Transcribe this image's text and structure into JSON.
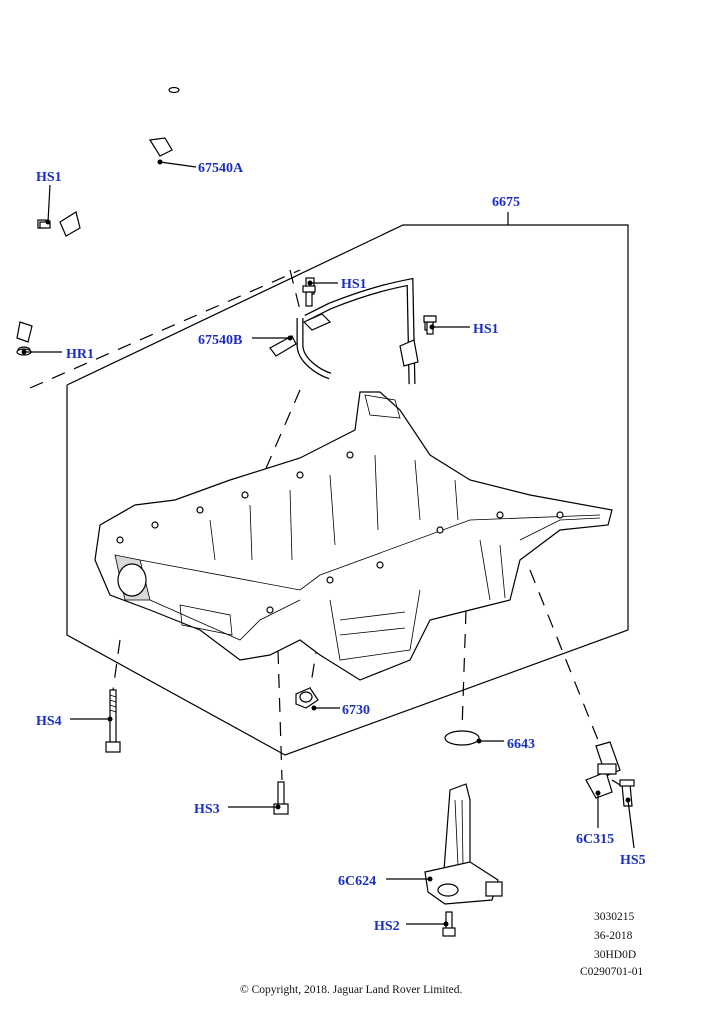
{
  "colors": {
    "callout": "#1a2fbf",
    "line": "#000000",
    "background": "#ffffff"
  },
  "labels": [
    {
      "id": "hs1-top",
      "text": "HS1"
    },
    {
      "id": "67540a",
      "text": "67540A"
    },
    {
      "id": "6675",
      "text": "6675"
    },
    {
      "id": "hs1-mid",
      "text": "HS1"
    },
    {
      "id": "hs1-right",
      "text": "HS1"
    },
    {
      "id": "67540b",
      "text": "67540B"
    },
    {
      "id": "hr1",
      "text": "HR1"
    },
    {
      "id": "hs4",
      "text": "HS4"
    },
    {
      "id": "6730",
      "text": "6730"
    },
    {
      "id": "6643",
      "text": "6643"
    },
    {
      "id": "hs3",
      "text": "HS3"
    },
    {
      "id": "6c315",
      "text": "6C315"
    },
    {
      "id": "hs5",
      "text": "HS5"
    },
    {
      "id": "6c624",
      "text": "6C624"
    },
    {
      "id": "hs2",
      "text": "HS2"
    }
  ],
  "reference": [
    "3030215",
    "36-2018",
    "30HD0D",
    "C0290701-01"
  ],
  "copyright": "© Copyright, 2018. Jaguar Land Rover Limited."
}
